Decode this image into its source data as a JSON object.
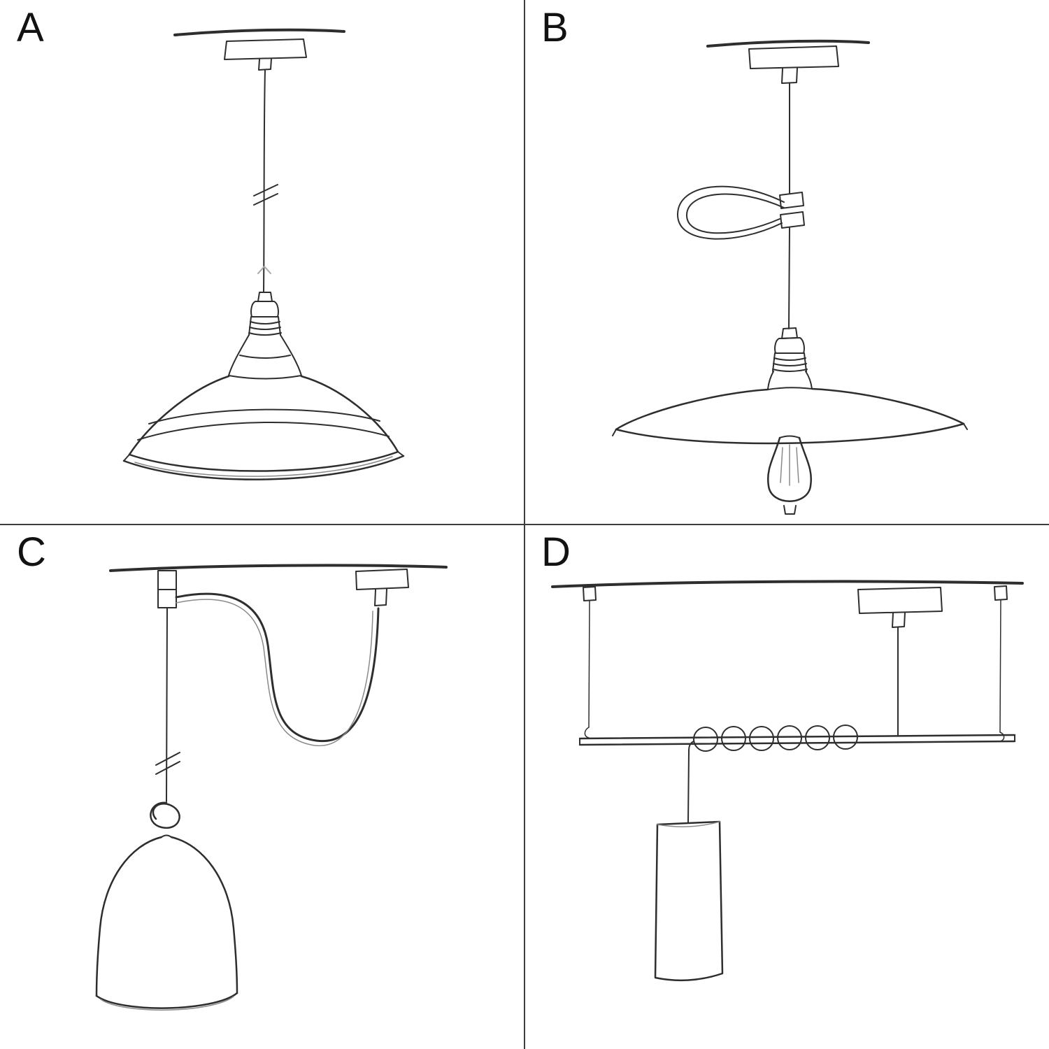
{
  "page": {
    "background_color": "#ffffff",
    "divider_color": "#3d3d3d",
    "sketch_stroke_color": "#2e2e2e"
  },
  "panels": [
    {
      "label": "A",
      "sketch": "pendant-cable-with-bistro-shade-sketch"
    },
    {
      "label": "B",
      "sketch": "pendant-cable-with-cable-tie-flat-shade-and-bulb-sketch"
    },
    {
      "label": "C",
      "sketch": "swag-pendant-with-ceiling-hook-knot-and-bell-shade-sketch"
    },
    {
      "label": "D",
      "sketch": "bar-suspension-with-coiled-cable-and-tube-shade-sketch"
    }
  ]
}
